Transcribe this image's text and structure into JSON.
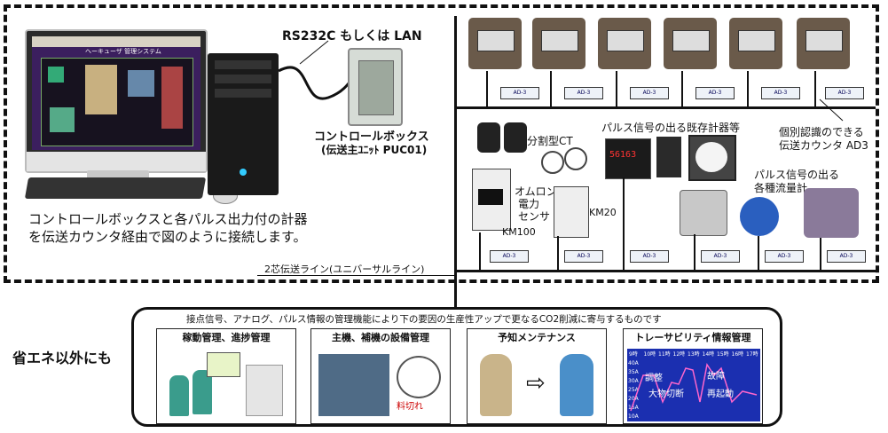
{
  "labels": {
    "link_label": "RS232C もしくは LAN",
    "control_box_title": "コントロールボックス",
    "control_box_sub": "(伝送主ﾕﾆｯﾄ PUC01)",
    "pc_caption_line1": "コントロールボックスと各パルス出力付の計器",
    "pc_caption_line2": "を伝送カウンタ経由で図のように接続します。",
    "split_ct": "分割型CT",
    "pulse_existing": "パルス信号の出る既存計器等",
    "individual_counter_line1": "個別認識のできる",
    "individual_counter_line2": "伝送カウンタ AD3",
    "pulse_flow_line1": "パルス信号の出る",
    "pulse_flow_line2": "各種流量計",
    "omron_line1": "オムロン",
    "omron_line2": "電力",
    "omron_line3": "センサ",
    "km20": "KM20",
    "km100": "KM100",
    "transmission_line": "2芯伝送ライン(ユニバーサルライン)",
    "ad3_tag": "AD-3",
    "meter_display": "56163",
    "monitor_title": "ヘーキューザ 管理システム"
  },
  "bottom": {
    "side_label": "省エネ以外にも",
    "intro": "接点信号、アナログ、パルス情報の管理機能により下の要因の生産性アップで更なるCO2削減に寄与するものです",
    "cards": [
      {
        "title": "稼動管理、進捗管理"
      },
      {
        "title": "主機、補機の設備管理",
        "tag": "料切れ"
      },
      {
        "title": "予知メンテナンス",
        "arrow": "⇨"
      },
      {
        "title": "トレーサビリティ情報管理",
        "hours": [
          "9時",
          "10時",
          "11時",
          "12時",
          "13時",
          "14時",
          "15時",
          "16時",
          "17時"
        ],
        "amps": [
          "40A",
          "35A",
          "30A",
          "25A",
          "20A",
          "15A",
          "10A"
        ],
        "notes": [
          "調整",
          "故障",
          "大物切断",
          "再起動"
        ]
      }
    ]
  },
  "colors": {
    "accent": "#1f3b8a",
    "chart_bg": "#1b2fb0",
    "chart_line": "#ff66cc"
  }
}
